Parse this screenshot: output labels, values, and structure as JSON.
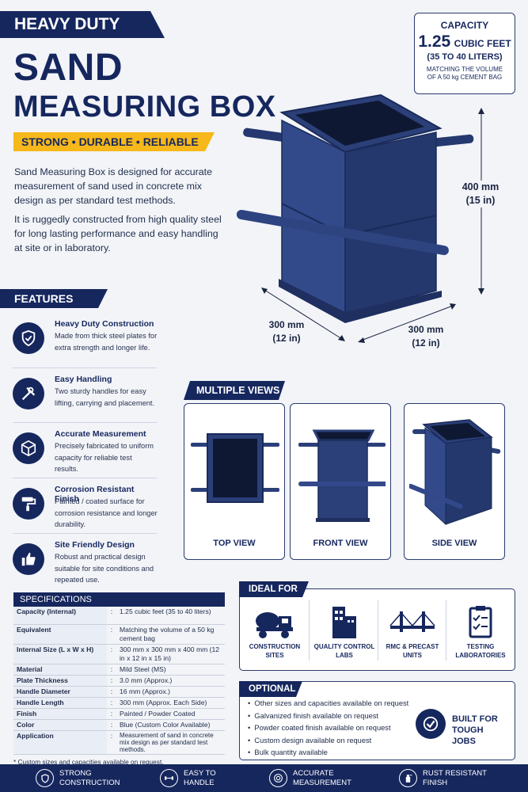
{
  "header": {
    "tag": "HEAVY DUTY",
    "title_line1": "SAND",
    "title_line2": "MEASURING BOX",
    "tagline": "STRONG  •  DURABLE  •  RELIABLE"
  },
  "description": {
    "p1": "Sand Measuring Box is designed for accurate measurement of sand used in concrete mix design as per standard test methods.",
    "p2": "It is ruggedly constructed from high quality steel for long lasting performance and easy handling at site or in laboratory."
  },
  "capacity": {
    "label": "CAPACITY",
    "value": "1.25",
    "unit": "CUBIC FEET",
    "liters": "(35 TO 40 LITERS)",
    "note1": "MATCHING THE VOLUME",
    "note2": "OF A 50 kg CEMENT BAG"
  },
  "dimensions": {
    "height": "400 mm",
    "height_in": "(15 in)",
    "width": "300 mm",
    "width_in": "(12 in)",
    "depth": "300 mm",
    "depth_in": "(12 in)"
  },
  "features": {
    "title": "FEATURES",
    "items": [
      {
        "icon": "shield-check-icon",
        "title": "Heavy Duty Construction",
        "text": "Made from thick steel plates for extra strength and longer life."
      },
      {
        "icon": "tools-icon",
        "title": "Easy Handling",
        "text": "Two sturdy handles for easy lifting, carrying and placement."
      },
      {
        "icon": "cube-icon",
        "title": "Accurate Measurement",
        "text": "Precisely fabricated to uniform capacity for reliable test results."
      },
      {
        "icon": "paint-roller-icon",
        "title": "Corrosion Resistant Finish",
        "text": "Painted / coated surface for corrosion resistance and longer durability."
      },
      {
        "icon": "thumbs-up-icon",
        "title": "Site Friendly Design",
        "text": "Robust and practical design suitable for site conditions and repeated use."
      }
    ]
  },
  "views": {
    "title": "MULTIPLE VIEWS",
    "top": "TOP VIEW",
    "front": "FRONT VIEW",
    "side": "SIDE VIEW"
  },
  "specifications": {
    "title": "SPECIFICATIONS",
    "rows": [
      {
        "k": "Capacity (Internal)",
        "v": "1.25 cubic feet (35 to 40 liters)"
      },
      {
        "k": "Equivalent",
        "v": "Matching the volume of a 50 kg cement bag"
      },
      {
        "k": "Internal Size (L x W x H)",
        "v": "300 mm x 300 mm x 400 mm (12 in x 12 in x 15 in)"
      },
      {
        "k": "Material",
        "v": "Mild Steel (MS)"
      },
      {
        "k": "Plate Thickness",
        "v": "3.0 mm (Approx.)"
      },
      {
        "k": "Handle Diameter",
        "v": "16 mm (Approx.)"
      },
      {
        "k": "Handle Length",
        "v": "300 mm (Approx. Each Side)"
      },
      {
        "k": "Finish",
        "v": "Painted / Powder Coated"
      },
      {
        "k": "Color",
        "v": "Blue (Custom Color Available)"
      },
      {
        "k": "Application",
        "v": "Measurement of sand in concrete mix design as per standard test methods."
      }
    ],
    "note": "* Custom sizes and capacities available on request."
  },
  "ideal_for": {
    "title": "IDEAL FOR",
    "items": [
      {
        "icon": "mixer-truck-icon",
        "label": "CONSTRUCTION SITES"
      },
      {
        "icon": "buildings-icon",
        "label": "QUALITY CONTROL LABS"
      },
      {
        "icon": "bridge-icon",
        "label": "RMC & PRECAST UNITS"
      },
      {
        "icon": "clipboard-check-icon",
        "label": "TESTING LABORATORIES"
      }
    ]
  },
  "optional": {
    "title": "OPTIONAL",
    "items": [
      "Other sizes and capacities available on request",
      "Galvanized finish available on request",
      "Powder coated finish available on request",
      "Custom design available on request",
      "Bulk quantity available"
    ],
    "badge": "BUILT FOR TOUGH JOBS"
  },
  "bottom_bar": [
    {
      "icon": "shield-icon",
      "label": "STRONG CONSTRUCTION"
    },
    {
      "icon": "dumbbell-icon",
      "label": "EASY TO HANDLE"
    },
    {
      "icon": "target-icon",
      "label": "ACCURATE MEASUREMENT"
    },
    {
      "icon": "spray-icon",
      "label": "RUST RESISTANT FINISH"
    }
  ],
  "colors": {
    "navy": "#16275e",
    "accent": "#f6b81a",
    "box": "#2b3f78"
  }
}
